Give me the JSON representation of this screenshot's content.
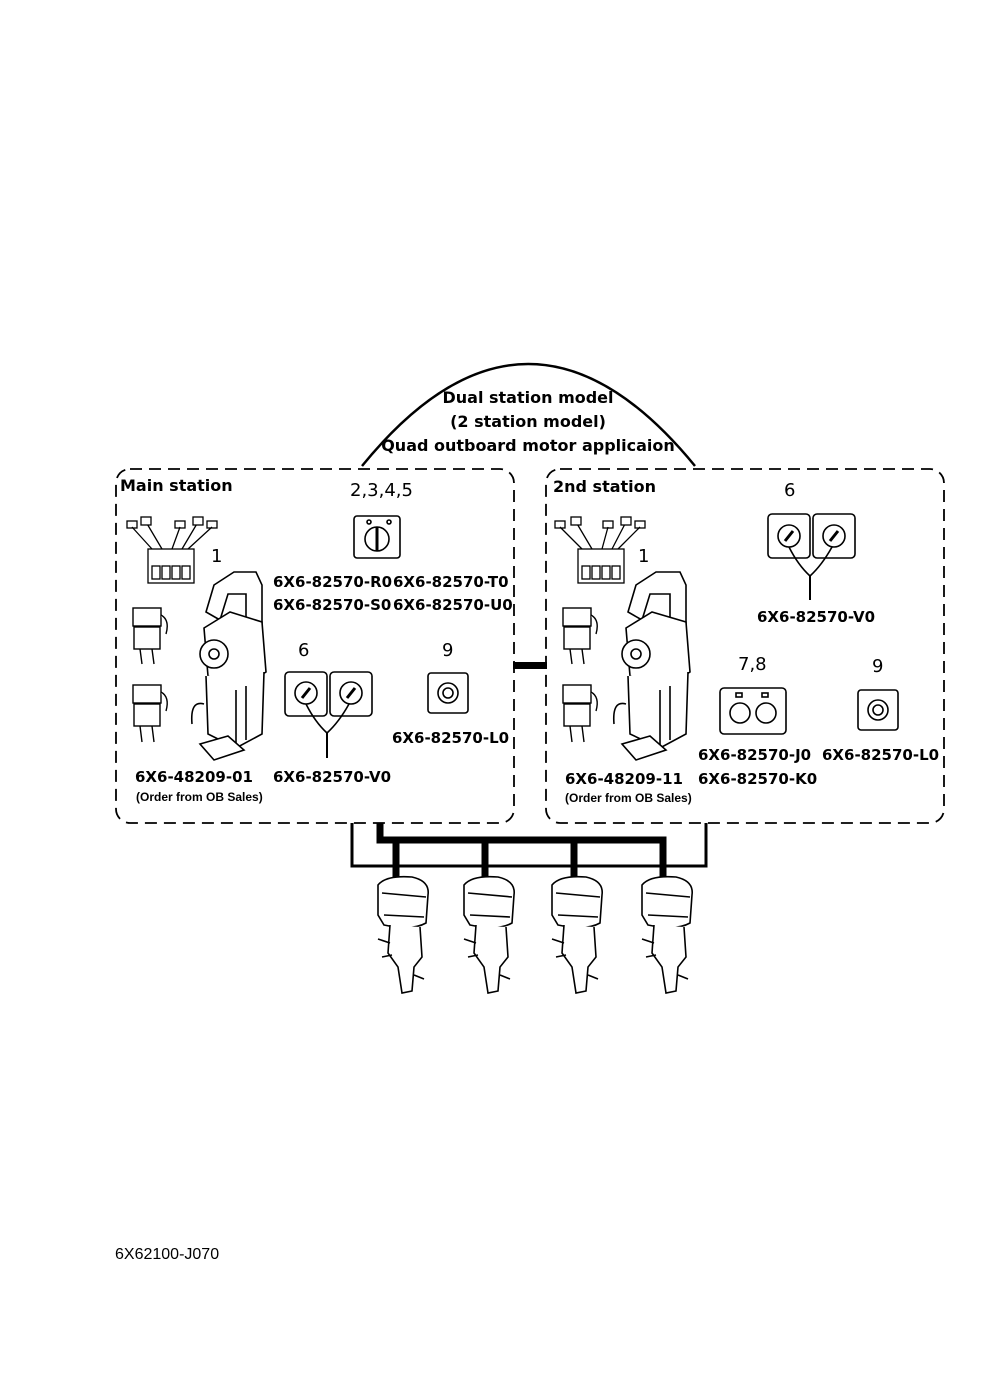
{
  "title": {
    "line1": "Dual station model",
    "line2": "(2 station model)",
    "line3": "Quad outboard motor applicaion"
  },
  "main_station": {
    "heading": "Main station",
    "callout_lever": "1",
    "callout_switch": "2,3,4,5",
    "part_switch_1": "6X6-82570-R0",
    "part_switch_2": "6X6-82570-T0",
    "part_switch_3": "6X6-82570-S0",
    "part_switch_4": "6X6-82570-U0",
    "callout_key": "6",
    "callout_stop": "9",
    "part_stop": "6X6-82570-L0",
    "part_control": "6X6-48209-01",
    "part_key": "6X6-82570-V0",
    "order_note": "(Order from OB Sales)"
  },
  "second_station": {
    "heading": "2nd station",
    "callout_lever": "1",
    "callout_key": "6",
    "part_key": "6X6-82570-V0",
    "callout_dual": "7,8",
    "callout_stop": "9",
    "part_dual_1": "6X6-82570-J0",
    "part_stop": "6X6-82570-L0",
    "part_control": "6X6-48209-11",
    "part_dual_2": "6X6-82570-K0",
    "order_note": "(Order from OB Sales)"
  },
  "footer_code": "6X62100-J070",
  "engines": [
    "engine-1",
    "engine-2",
    "engine-3",
    "engine-4"
  ]
}
